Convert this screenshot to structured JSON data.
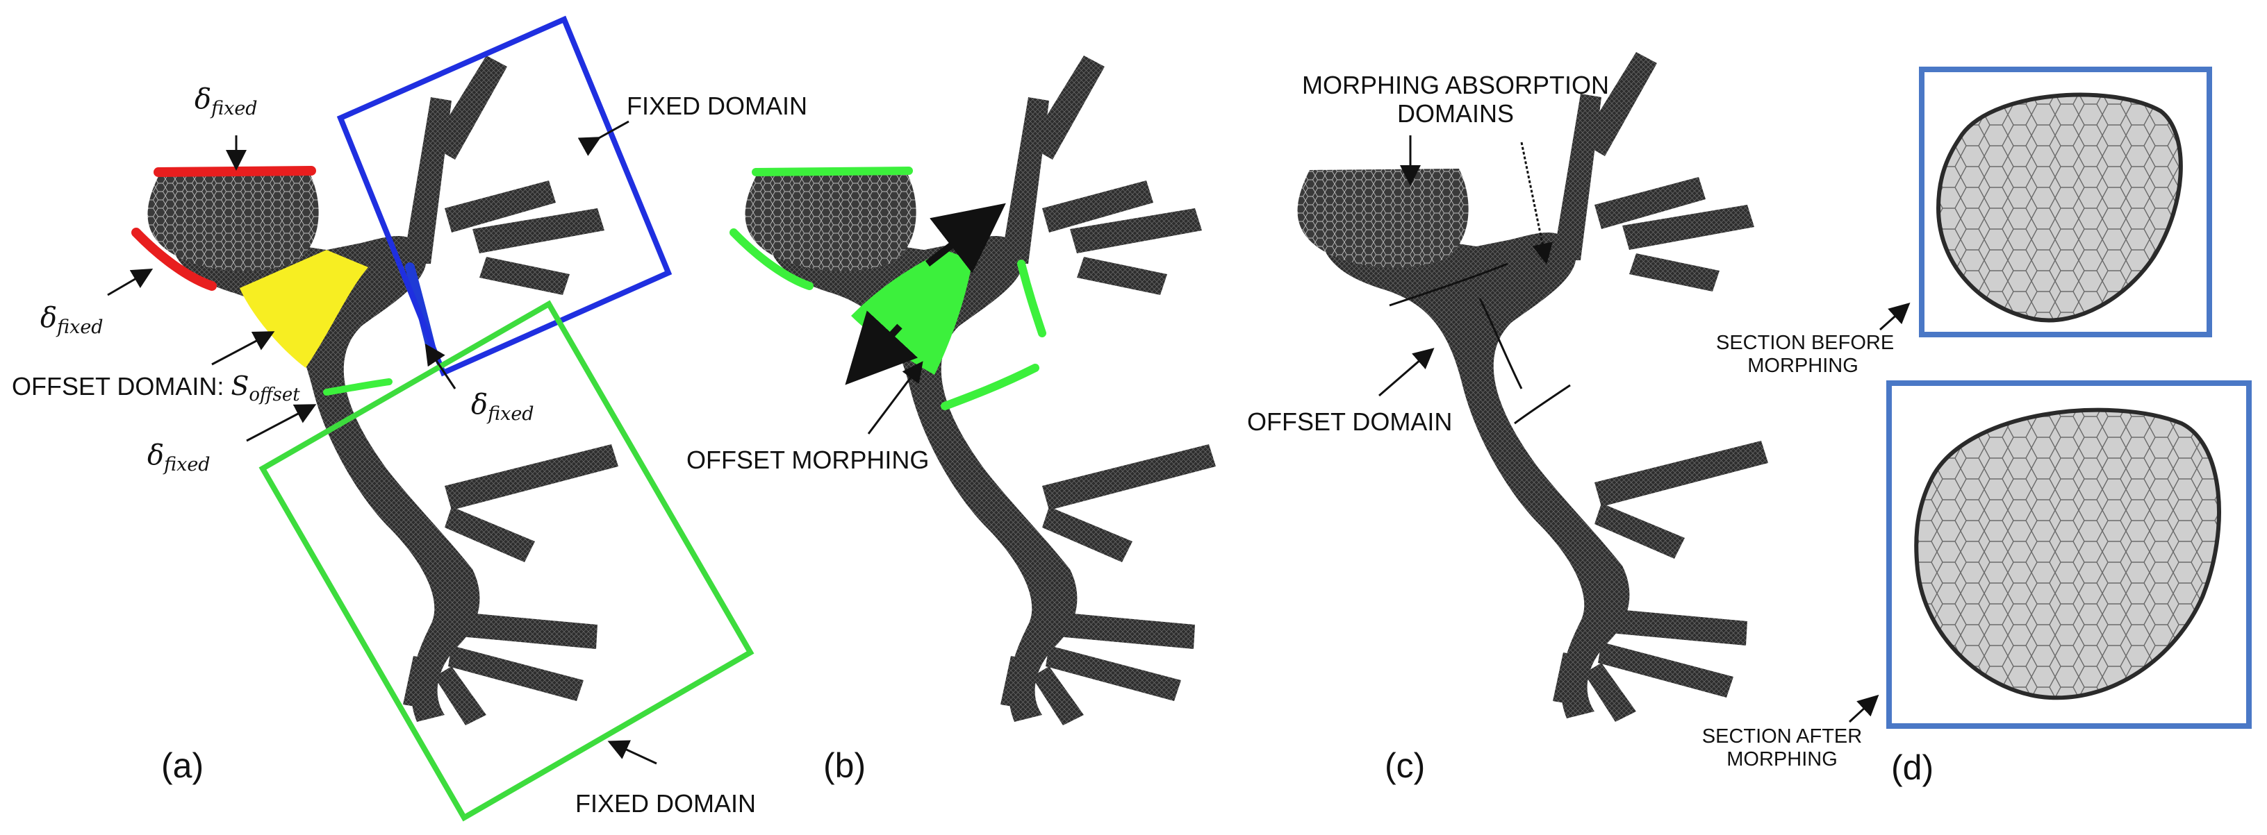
{
  "panels": {
    "a": "(a)",
    "b": "(b)",
    "c": "(c)",
    "d": "(d)"
  },
  "panel_a": {
    "delta_fixed": "δ",
    "delta_sub": "fixed",
    "fixed_domain_top": "FIXED DOMAIN",
    "fixed_domain_bottom": "FIXED DOMAIN",
    "offset_domain_prefix": "OFFSET DOMAIN: ",
    "offset_symbol": "S",
    "offset_sub": "offset"
  },
  "panel_b": {
    "offset_morphing": "OFFSET MORPHING"
  },
  "panel_c": {
    "morphing_absorption_line1": "MORPHING ABSORPTION",
    "morphing_absorption_line2": "DOMAINS",
    "offset_domain": "OFFSET DOMAIN"
  },
  "panel_d": {
    "section_before_line1": "SECTION BEFORE",
    "section_before_line2": "MORPHING",
    "section_after_line1": "SECTION AFTER",
    "section_after_line2": "MORPHING"
  },
  "colors": {
    "fixed_boundary": "#e81e1e",
    "fixed_boundary_blue": "#1f3bd6",
    "offset_domain_fill": "#f7ee22",
    "morphing_green": "#3cf03c",
    "frame_blue": "#1f2fe0",
    "frame_green": "#3ddc3d",
    "section_frame": "#4a78c6",
    "mesh_dark": "#2a2a2a"
  },
  "icons": [
    "arrow-icon",
    "bidirectional-arrow-icon",
    "vessel-mesh-icon",
    "cross-section-mesh-icon"
  ]
}
